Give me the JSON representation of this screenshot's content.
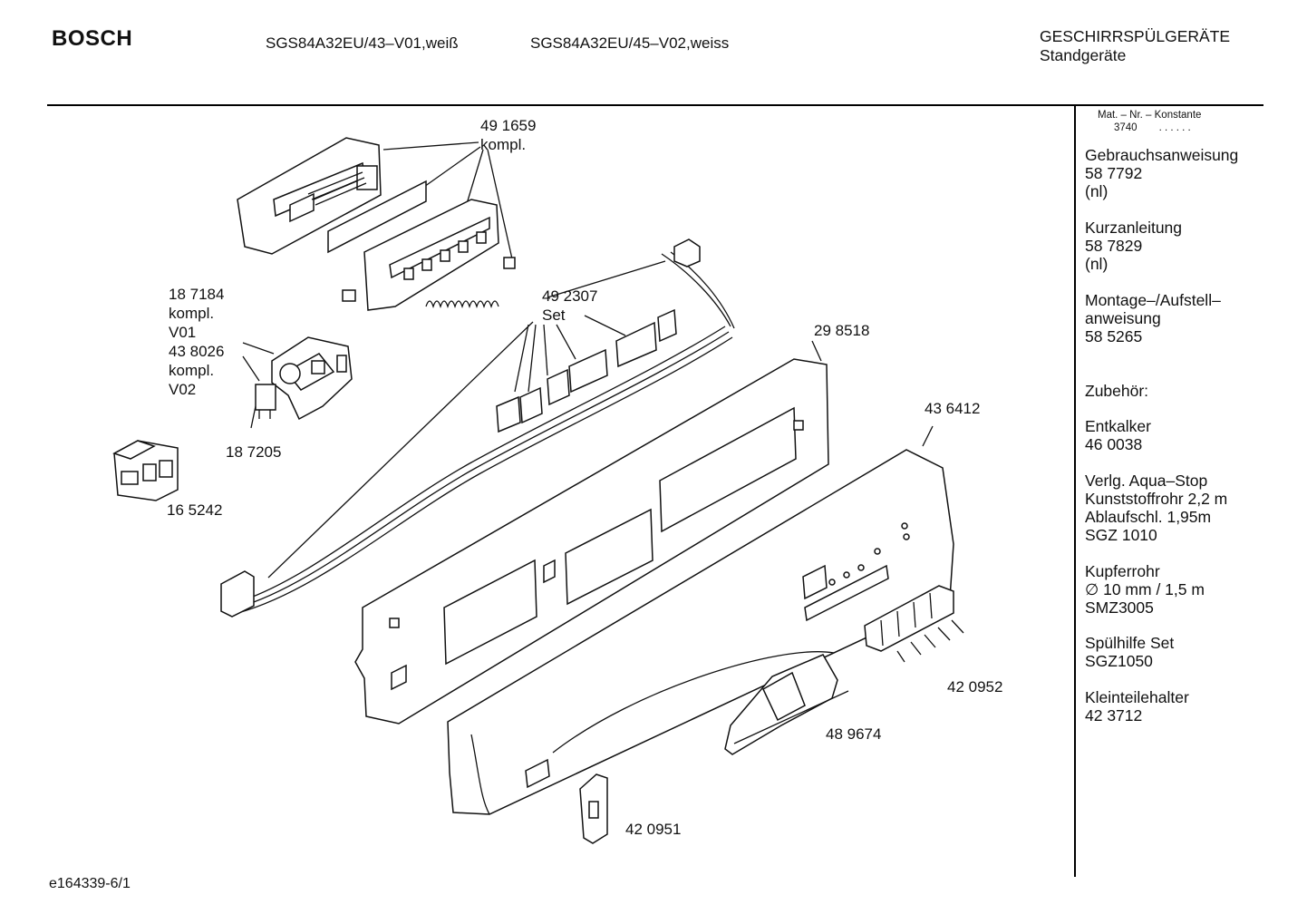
{
  "header": {
    "brand": "BOSCH",
    "model_1": "SGS84A32EU/43–V01,weiß",
    "model_2": "SGS84A32EU/45–V02,weiss",
    "category": "GESCHIRRSPÜLGERÄTE",
    "subcategory": "Standgeräte"
  },
  "sidebar": {
    "const_label": "Mat. – Nr. – Konstante",
    "const_value": "3740",
    "const_dots": ". . . . . .",
    "blocks": [
      {
        "lines": [
          "Gebrauchsanweisung",
          "58 7792",
          "(nl)"
        ]
      },
      {
        "lines": [
          "Kurzanleitung",
          "58 7829",
          "(nl)"
        ]
      },
      {
        "lines": [
          "Montage–/Aufstell–",
          "anweisung",
          "58 5265"
        ]
      },
      {
        "lines": [
          "Zubehör:"
        ]
      },
      {
        "lines": [
          "Entkalker",
          "46 0038"
        ]
      },
      {
        "lines": [
          "Verlg. Aqua–Stop",
          "Kunststoffrohr 2,2 m",
          "Ablaufschl. 1,95m",
          "SGZ 1010"
        ]
      },
      {
        "lines": [
          "Kupferrohr",
          "∅ 10 mm / 1,5 m",
          "SMZ3005"
        ]
      },
      {
        "lines": [
          "Spülhilfe Set",
          "SGZ1050"
        ]
      },
      {
        "lines": [
          "Kleinteilehalter",
          "42 3712"
        ]
      }
    ]
  },
  "labels": {
    "p491659": [
      "49 1659",
      "kompl."
    ],
    "p187184": [
      "18 7184",
      "kompl.",
      "V01",
      "43 8026",
      "kompl.",
      "V02"
    ],
    "p187205": "18 7205",
    "p165242": "16 5242",
    "p492307": [
      "49 2307",
      "Set"
    ],
    "p298518": "29 8518",
    "p436412": "43 6412",
    "p420952": "42 0952",
    "p489674": "48 9674",
    "p420951": "42 0951"
  },
  "footer": {
    "code": "e164339-6/1"
  }
}
